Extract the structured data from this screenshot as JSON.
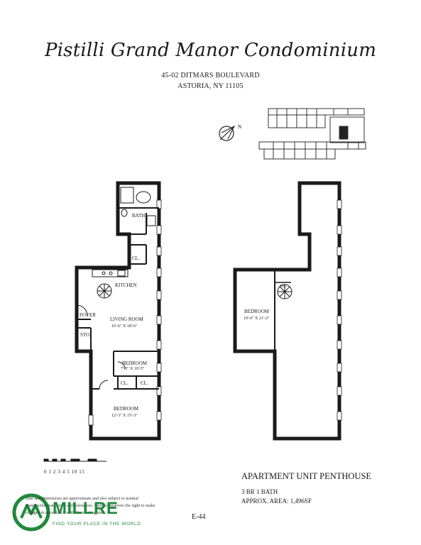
{
  "title": "Pistilli Grand Manor Condominium",
  "address": {
    "line1": "45-02 DITMARS BOULEVARD",
    "line2": "ASTORIA,  NY  11105"
  },
  "north_label": "N",
  "lower_floor": {
    "bath": "BATH",
    "closet_top": "CL.",
    "kitchen": "KITCHEN",
    "foyer": "FOYER",
    "storage": "STO.",
    "living_room": "LIVING ROOM",
    "living_room_dim": "16'-6\" X 18'-6\"",
    "bedroom1": "BEDROOM",
    "bedroom1_dim": "7'-5\" X 10'-5\"",
    "closet_a": "CL.",
    "closet_b": "CL.",
    "bedroom2": "BEDROOM",
    "bedroom2_dim": "12'-3\" X 15'-3\""
  },
  "upper_floor": {
    "stair": "DN",
    "bedroom": "BEDROOM",
    "bedroom_dim": "10'-6\" X 21'-2\""
  },
  "scale_labels": "0 1 2 3 4 5      10       15",
  "unit": {
    "title": "APARTMENT UNIT  PENTHOUSE",
    "brba": "3 BR      1 BATH",
    "area": "APPROX.  AREA:    1,496SF"
  },
  "disclaimer": "Size and dimensions are approximate and also subject to normal construction variations and tolerances. Sponsor reserves the right to make changes in accordance with the offering plan.",
  "sheet": "E-44",
  "logo": {
    "word": "MILLRE",
    "tagline": "FIND YOUR PLACE IN THE WORLD",
    "color": "#1f8a3a"
  }
}
